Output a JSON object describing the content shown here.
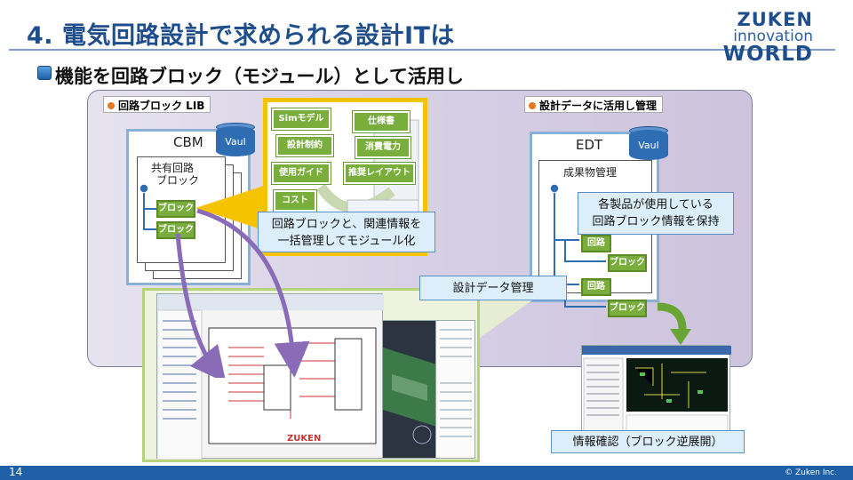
{
  "header": {
    "title": "4. 電気回路設計で求められる設計ITは",
    "subtitle": "機能を回路ブロック（モジュール）として活用し",
    "logo": {
      "line1": "ZUKEN",
      "line2": "innovation",
      "line3": "WORLD"
    }
  },
  "left_section": {
    "tag": "回路ブロック LIB",
    "cbm_label": "CBM",
    "vaul_label": "Vaul",
    "shared_block_label_1": "共有回路",
    "shared_block_label_2": "ブロック",
    "block1": "ブロック",
    "block2": "ブロック"
  },
  "module_box": {
    "items": [
      "Simモデル",
      "仕様書",
      "設計制約",
      "消費電力",
      "使用ガイド",
      "推奨レイアウト",
      "コスト"
    ],
    "callout_line1": "回路ブロックと、関連情報を",
    "callout_line2": "一括管理してモジュール化"
  },
  "right_section": {
    "tag": "設計データに活用し管理",
    "edt_label": "EDT",
    "vaul_label": "Vaul",
    "deliverable_label": "成果物管理",
    "callout_line1": "各製品が使用している",
    "callout_line2": "回路ブロック情報を保持",
    "circuit1": "回路",
    "block1": "ブロック",
    "circuit2": "回路",
    "block2": "ブロック"
  },
  "design_data_callout": "設計データ管理",
  "info_check": "情報確認（ブロック逆展開）",
  "schematic_brand": "ZUKEN",
  "footer": {
    "page": "14",
    "copyright": "© Zuken Inc."
  },
  "colors": {
    "brand_blue": "#1f4e8c",
    "green": "#79ad3c",
    "yellow": "#f5c300",
    "purple_arrow": "#8a6bb8"
  }
}
